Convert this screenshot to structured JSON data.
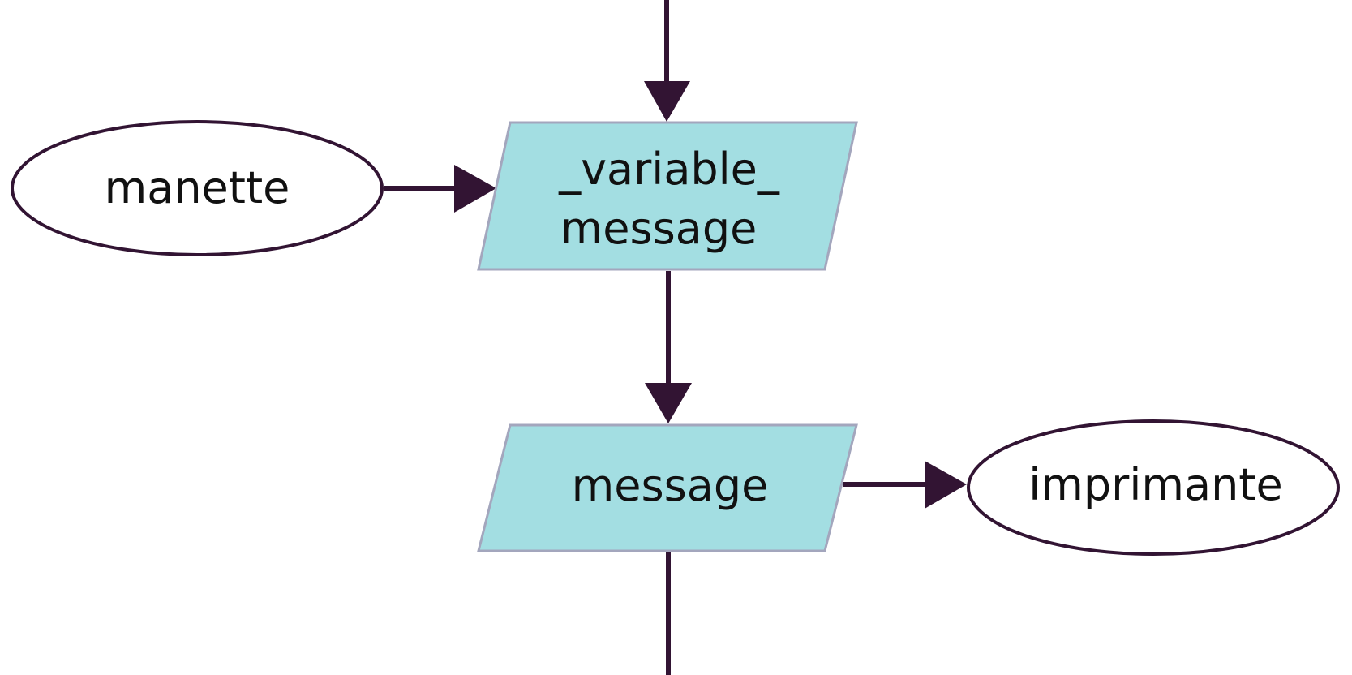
{
  "colors": {
    "io_fill": "#a3dee2",
    "io_stroke": "#a3a6bd",
    "ellipse_stroke": "#321433",
    "edge": "#321433",
    "text": "#111111",
    "background": "#ffffff"
  },
  "nodes": {
    "manette": {
      "label": "manette"
    },
    "input_block": {
      "line1": "_variable_",
      "line2": "message"
    },
    "output_block": {
      "label": "message"
    },
    "imprimante": {
      "label": "imprimante"
    }
  }
}
